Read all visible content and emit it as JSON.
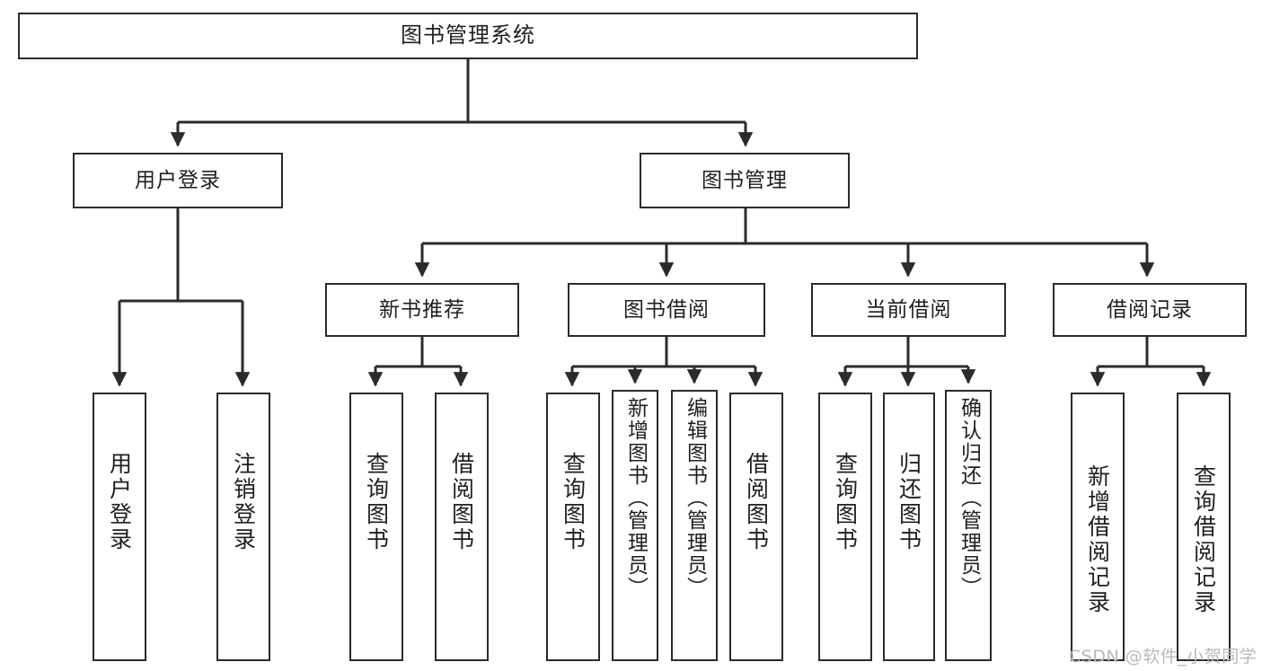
{
  "diagram": {
    "title": "图书管理系统",
    "type": "tree-hierarchy-chart",
    "orientation": "top-down",
    "colors": {
      "background": "#ffffff",
      "node_border": "#2b2b2b",
      "node_fill": "#ffffff",
      "edge": "#2b2b2b",
      "text": "#1f1f1f",
      "watermark": "#b9b9b9"
    }
  },
  "watermark": {
    "text": "CSDN @软件_小贺同学"
  },
  "root": {
    "label": "图书管理系统"
  },
  "level2": [
    {
      "label": "用户登录"
    },
    {
      "label": "图书管理"
    }
  ],
  "level3": [
    {
      "label": "新书推荐"
    },
    {
      "label": "图书借阅"
    },
    {
      "label": "当前借阅"
    },
    {
      "label": "借阅记录"
    }
  ],
  "leaves": {
    "user_login": [
      {
        "label": "用户登录"
      },
      {
        "label": "注销登录"
      }
    ],
    "new_book_recommend": [
      {
        "label": "查询图书"
      },
      {
        "label": "借阅图书"
      }
    ],
    "book_borrow": [
      {
        "label": "查询图书"
      },
      {
        "label": "新增图书（管理员）"
      },
      {
        "label": "编辑图书（管理员）"
      },
      {
        "label": "借阅图书"
      }
    ],
    "current_borrow": [
      {
        "label": "查询图书"
      },
      {
        "label": "归还图书"
      },
      {
        "label": "确认归还（管理员）"
      }
    ],
    "borrow_records": [
      {
        "label": "新增借阅记录"
      },
      {
        "label": "查询借阅记录"
      }
    ]
  }
}
